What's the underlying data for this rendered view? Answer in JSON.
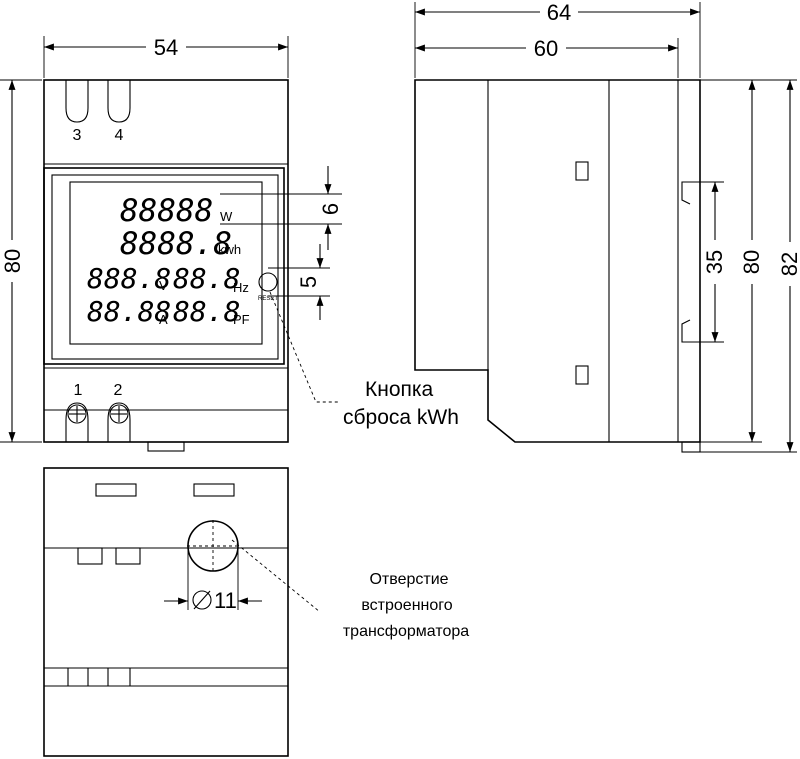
{
  "dimensions": {
    "front_width": "54",
    "front_height": "80",
    "side_depth_total": "64",
    "side_depth_body": "60",
    "rail_height": "35",
    "side_height": "80",
    "total_height": "82",
    "display_line_gap": "6",
    "reset_button": "5",
    "hole_diameter": "11"
  },
  "terminals": {
    "t3": "3",
    "t4": "4",
    "t1": "1",
    "t2": "2"
  },
  "display": {
    "row1_digits": "88888",
    "row1_unit": "W",
    "row2_digits": "8888.8",
    "row2_unit": "kwh",
    "voltage_digits": "888.8",
    "voltage_unit": "V",
    "freq_digits": "88.8",
    "freq_unit": "Hz",
    "current_digits": "88.88",
    "current_unit": "A",
    "pf_digits": "88.8",
    "pf_unit": "PF",
    "reset_label": "RESET"
  },
  "callouts": {
    "reset_line1": "Кнопка",
    "reset_line2": "сброса kWh",
    "hole_line1": "Отверстие",
    "hole_line2": "встроенного",
    "hole_line3": "трансформатора"
  }
}
